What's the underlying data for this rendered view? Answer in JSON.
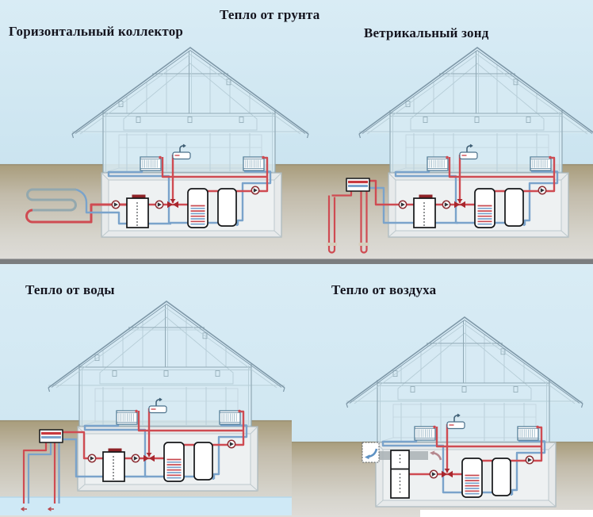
{
  "title": "Тепло от грунта",
  "panels": [
    {
      "id": "horizontal-collector",
      "label": "Горизонтальный коллектор"
    },
    {
      "id": "vertical-probe",
      "label": "Ветрикальный зонд"
    },
    {
      "id": "water",
      "label": "Тепло от воды"
    },
    {
      "id": "air",
      "label": "Тепло от воздуха"
    }
  ],
  "equipment_icons": {
    "heat_pump": "heat-pump",
    "buffer_tank": "buffer-tank",
    "dhw_tank": "dhw-tank",
    "pump": "circulation-pump",
    "valve": "three-way-valve",
    "radiator": "radiator",
    "sink": "sink-faucet",
    "ground_coil": "ground-coil-icon",
    "probes": "borehole-probes-icon",
    "water_collector": "water-collector-icon",
    "air_vent": "air-intake-vent-icon"
  },
  "colors": {
    "text": "#14141e",
    "sky_top": "#d9ecf5",
    "sky_bottom": "#cbe4f0",
    "ground_dark": "#a89c7b",
    "ground_mid": "#c2bbaa",
    "ground_light": "#dedcd8",
    "divider": "#7b7d7f",
    "water": "#cfe9f6",
    "pipe_hot": "#cf4b52",
    "pipe_cold": "#7aa3cb",
    "pipe_brine": "#93a8ae",
    "house_line": "#8fa8b4",
    "house_line_light": "#b6cdd7",
    "roof_line": "#7e98a8",
    "equip_dark": "#141618",
    "pump_ring": "#8c2f35",
    "valve_red": "#a8272e",
    "cap_red": "#8e2126",
    "duct_gray": "#a9b1b5",
    "arrow_blue": "#5e92c4",
    "arrow_warm": "#b5878e"
  }
}
